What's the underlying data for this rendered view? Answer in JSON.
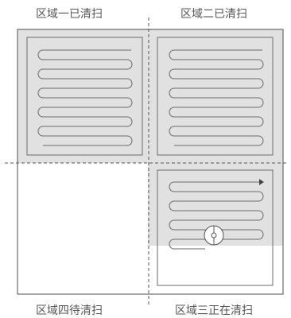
{
  "zones": [
    {
      "label": "区域一已清扫",
      "state": "cleaned"
    },
    {
      "label": "区域二已清扫",
      "state": "cleaned"
    },
    {
      "label": "区域三正在清扫",
      "state": "cleaning"
    },
    {
      "label": "区域四待清扫",
      "state": "pending"
    }
  ],
  "colors": {
    "cleaned_fill": "#e1e1e1",
    "frame": "#6a6a6a",
    "path": "#6a6a6a",
    "divider": "#555555"
  },
  "icons": {
    "robot": "robot-vacuum-icon",
    "direction": "direction-arrow-icon"
  }
}
